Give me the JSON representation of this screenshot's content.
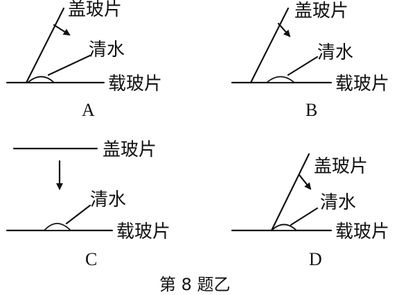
{
  "labels": {
    "cover_slip": "盖玻片",
    "water": "清水",
    "slide": "载玻片"
  },
  "options": [
    "A",
    "B",
    "C",
    "D"
  ],
  "caption": "第 8 题乙"
}
